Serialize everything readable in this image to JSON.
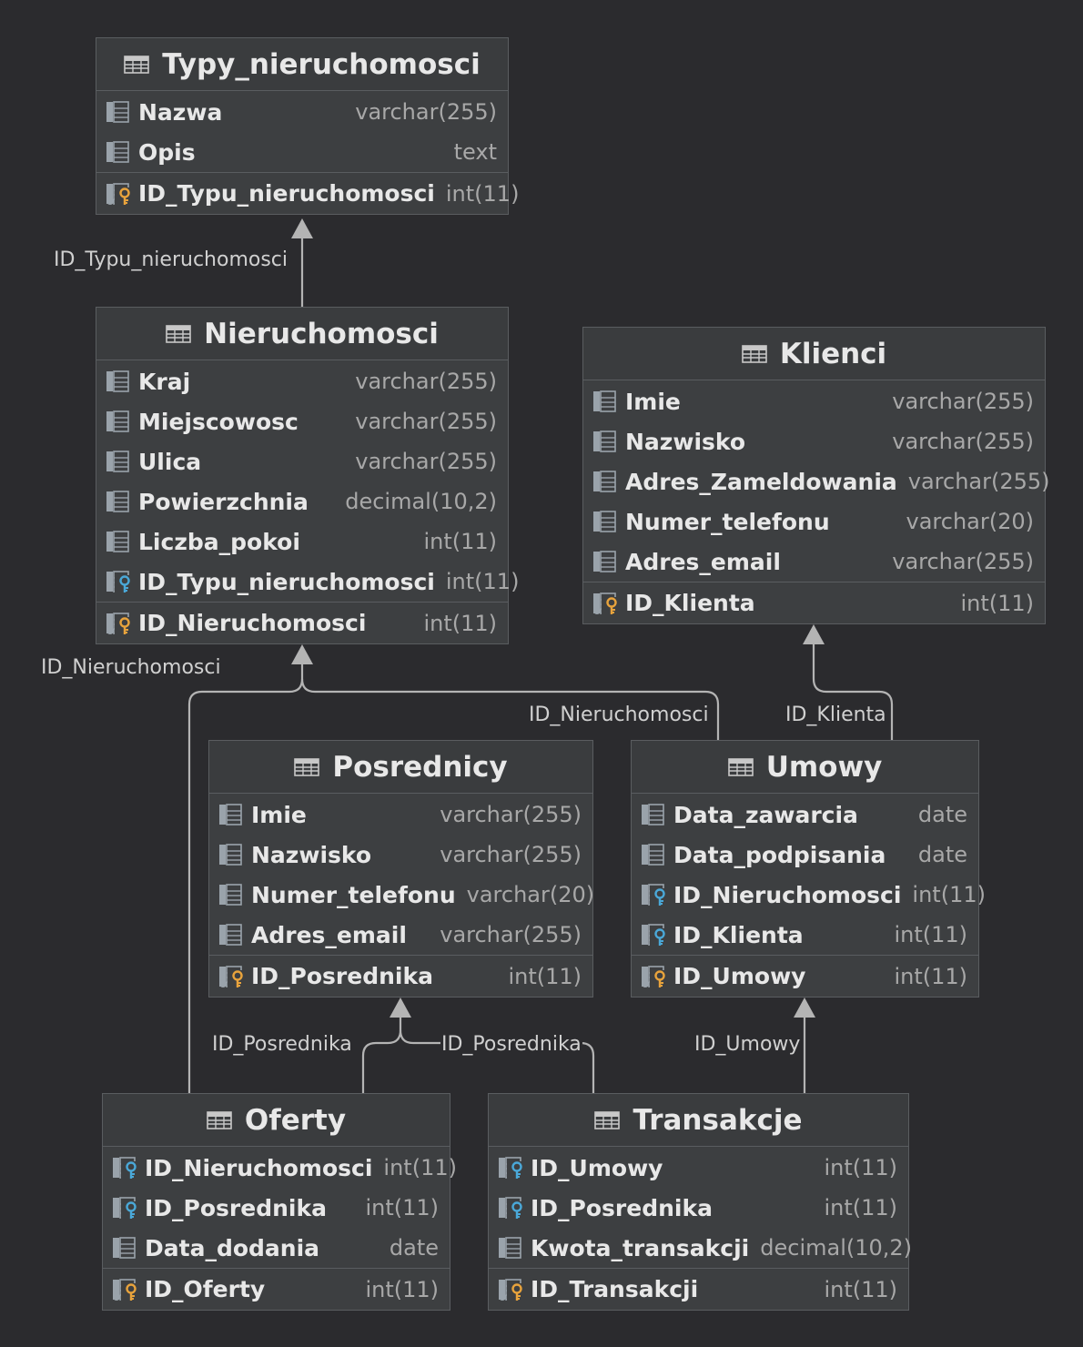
{
  "entities": [
    {
      "id": "typy",
      "title": "Typy_nieruchomosci",
      "columns": [
        {
          "name": "Nazwa",
          "type": "varchar(255)",
          "kind": "column"
        },
        {
          "name": "Opis",
          "type": "text",
          "kind": "column"
        }
      ],
      "primary_key": {
        "name": "ID_Typu_nieruchomosci",
        "type": "int(11)"
      }
    },
    {
      "id": "nieruchomosci",
      "title": "Nieruchomosci",
      "columns": [
        {
          "name": "Kraj",
          "type": "varchar(255)",
          "kind": "column"
        },
        {
          "name": "Miejscowosc",
          "type": "varchar(255)",
          "kind": "column"
        },
        {
          "name": "Ulica",
          "type": "varchar(255)",
          "kind": "column"
        },
        {
          "name": "Powierzchnia",
          "type": "decimal(10,2)",
          "kind": "column"
        },
        {
          "name": "Liczba_pokoi",
          "type": "int(11)",
          "kind": "column"
        },
        {
          "name": "ID_Typu_nieruchomosci",
          "type": "int(11)",
          "kind": "foreign_key"
        }
      ],
      "primary_key": {
        "name": "ID_Nieruchomosci",
        "type": "int(11)"
      }
    },
    {
      "id": "klienci",
      "title": "Klienci",
      "columns": [
        {
          "name": "Imie",
          "type": "varchar(255)",
          "kind": "column"
        },
        {
          "name": "Nazwisko",
          "type": "varchar(255)",
          "kind": "column"
        },
        {
          "name": "Adres_Zameldowania",
          "type": "varchar(255)",
          "kind": "column"
        },
        {
          "name": "Numer_telefonu",
          "type": "varchar(20)",
          "kind": "column"
        },
        {
          "name": "Adres_email",
          "type": "varchar(255)",
          "kind": "column"
        }
      ],
      "primary_key": {
        "name": "ID_Klienta",
        "type": "int(11)"
      }
    },
    {
      "id": "posrednicy",
      "title": "Posrednicy",
      "columns": [
        {
          "name": "Imie",
          "type": "varchar(255)",
          "kind": "column"
        },
        {
          "name": "Nazwisko",
          "type": "varchar(255)",
          "kind": "column"
        },
        {
          "name": "Numer_telefonu",
          "type": "varchar(20)",
          "kind": "column"
        },
        {
          "name": "Adres_email",
          "type": "varchar(255)",
          "kind": "column"
        }
      ],
      "primary_key": {
        "name": "ID_Posrednika",
        "type": "int(11)"
      }
    },
    {
      "id": "umowy",
      "title": "Umowy",
      "columns": [
        {
          "name": "Data_zawarcia",
          "type": "date",
          "kind": "column"
        },
        {
          "name": "Data_podpisania",
          "type": "date",
          "kind": "column"
        },
        {
          "name": "ID_Nieruchomosci",
          "type": "int(11)",
          "kind": "foreign_key"
        },
        {
          "name": "ID_Klienta",
          "type": "int(11)",
          "kind": "foreign_key"
        }
      ],
      "primary_key": {
        "name": "ID_Umowy",
        "type": "int(11)"
      }
    },
    {
      "id": "oferty",
      "title": "Oferty",
      "columns": [
        {
          "name": "ID_Nieruchomosci",
          "type": "int(11)",
          "kind": "foreign_key"
        },
        {
          "name": "ID_Posrednika",
          "type": "int(11)",
          "kind": "foreign_key"
        },
        {
          "name": "Data_dodania",
          "type": "date",
          "kind": "column"
        }
      ],
      "primary_key": {
        "name": "ID_Oferty",
        "type": "int(11)"
      }
    },
    {
      "id": "transakcje",
      "title": "Transakcje",
      "columns": [
        {
          "name": "ID_Umowy",
          "type": "int(11)",
          "kind": "foreign_key"
        },
        {
          "name": "ID_Posrednika",
          "type": "int(11)",
          "kind": "foreign_key"
        },
        {
          "name": "Kwota_transakcji",
          "type": "decimal(10,2)",
          "kind": "column"
        }
      ],
      "primary_key": {
        "name": "ID_Transakcji",
        "type": "int(11)"
      }
    }
  ],
  "relations": [
    {
      "id": "r1",
      "from": "nieruchomosci",
      "to": "typy",
      "label": "ID_Typu_nieruchomosci"
    },
    {
      "id": "r2",
      "from": "oferty",
      "to": "nieruchomosci",
      "label": "ID_Nieruchomosci"
    },
    {
      "id": "r3",
      "from": "umowy",
      "to": "nieruchomosci",
      "label": "ID_Nieruchomosci"
    },
    {
      "id": "r4",
      "from": "umowy",
      "to": "klienci",
      "label": "ID_Klienta"
    },
    {
      "id": "r5",
      "from": "oferty",
      "to": "posrednicy",
      "label": "ID_Posrednika"
    },
    {
      "id": "r6",
      "from": "transakcje",
      "to": "posrednicy",
      "label": "ID_Posrednika"
    },
    {
      "id": "r7",
      "from": "transakcje",
      "to": "umowy",
      "label": "ID_Umowy"
    }
  ],
  "colors": {
    "background": "#2b2b2e",
    "entity_fill": "#3d3f41",
    "border": "#5a5d60",
    "connector": "#b4b4b4",
    "fk_key": "#4aa8d8",
    "pk_key": "#e8a33c",
    "column_icon": "#9aa3ab"
  },
  "icons": {
    "table": "table-icon",
    "column": "column-icon",
    "foreign_key": "foreign-key-icon",
    "primary_key": "primary-key-icon"
  }
}
